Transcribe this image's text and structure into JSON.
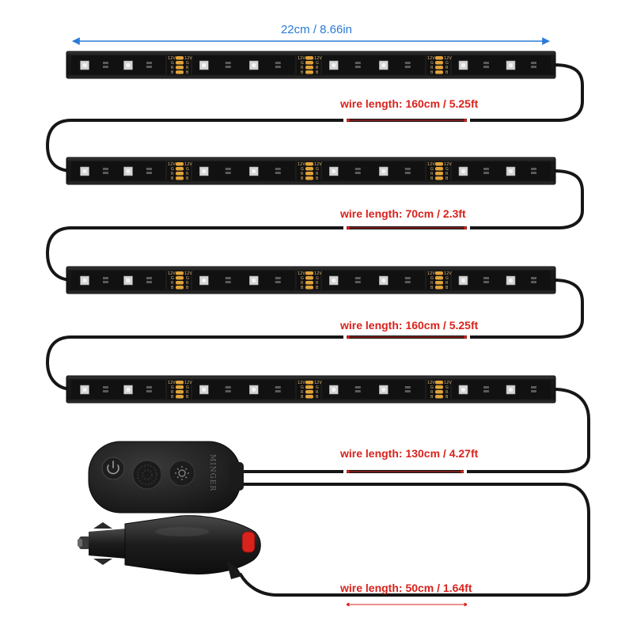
{
  "dimension": {
    "label": "22cm / 8.66in",
    "color": "#2a7bd6"
  },
  "wire_labels": [
    {
      "text": "wire length: 160cm / 5.25ft"
    },
    {
      "text": "wire length: 70cm / 2.3ft"
    },
    {
      "text": "wire length: 160cm / 5.25ft"
    },
    {
      "text": "wire length: 130cm / 4.27ft"
    },
    {
      "text": "wire length: 50cm / 1.64ft"
    }
  ],
  "pcb": {
    "voltage_label": "12V",
    "pins": [
      "G",
      "R",
      "B"
    ]
  },
  "controller": {
    "brand": "MINGER"
  },
  "colors": {
    "label_red": "#d9221c",
    "strip": "#1b1b1b",
    "wire": "#161616",
    "pad": "#e0a23a",
    "plug_button": "#d9221c"
  },
  "strip_count": 4
}
